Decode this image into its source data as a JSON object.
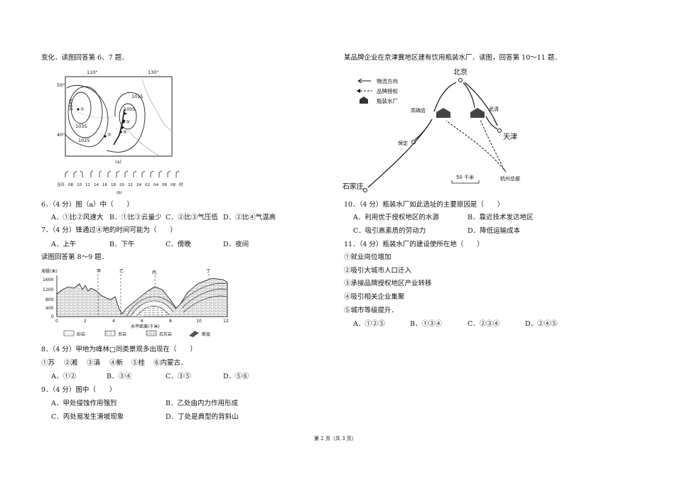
{
  "left": {
    "intro": "变化．读图回答第 6、7 题．",
    "map_a": {
      "lon_110": "110°",
      "lon_130": "130°",
      "lat_50": "50°",
      "lat_40": "40°",
      "isobars": [
        "1045",
        "1035",
        "1025",
        "1015",
        "1005"
      ],
      "points": [
        "①",
        "②",
        "③",
        "④"
      ],
      "caption": "(a)"
    },
    "timeline_b": {
      "prefix": "当日",
      "ticks": [
        "08",
        "10",
        "12",
        "14",
        "16",
        "18",
        "20",
        "22",
        "24",
        "02",
        "04",
        "06",
        "08"
      ],
      "suffix": "时",
      "caption": "(b)"
    },
    "q6": {
      "stem": "6．（4 分）图（a）中（　　）",
      "options": [
        "A．①比②风速大",
        "B．①比③云量少",
        "C．②比③气压低",
        "D．②比④气温高"
      ]
    },
    "q7": {
      "stem": "7．（4 分）锋通过④地的时间可能为（　　）",
      "options": [
        "A．上午",
        "B．下午",
        "C．傍晚",
        "D．夜间"
      ]
    },
    "intro2": "读图回答第 8～9 题．",
    "section": {
      "ylabel": "海拔(米)",
      "yticks": [
        "1600",
        "1200",
        "800",
        "400",
        "0"
      ],
      "xticks": [
        "0",
        "2",
        "4",
        "6",
        "8",
        "10",
        "12"
      ],
      "xlabel": "水平距离(千米)",
      "places": [
        "甲",
        "乙",
        "丙",
        "丁"
      ],
      "legend": [
        "砂岩",
        "页岩",
        "石灰岩",
        "断层"
      ]
    },
    "q8": {
      "stem": "8．（4 分）甲地为峰林□同类景观多出现在（　　）",
      "choices": [
        "①苏",
        "②湘",
        "③滇",
        "④新",
        "⑤桂",
        "⑥内蒙古．"
      ],
      "options": [
        "A．①②",
        "B．③④",
        "C．③⑤",
        "D．⑤⑥"
      ]
    },
    "q9": {
      "stem": "9．（4 分）图中（　　）",
      "options": [
        "A．甲处侵蚀作用强烈",
        "B．乙处由内力作用形成",
        "C．丙处易发生滑坡现象",
        "D．丁处是典型的背斜山"
      ]
    }
  },
  "right": {
    "intro": "某品牌企业在京津冀地区建有饮用瓶装水厂．读图，回答第 10～11 题．",
    "map": {
      "legend": [
        "物流方向",
        "品牌授权",
        "瓶装水厂"
      ],
      "cities": {
        "beijing": "北京",
        "gaobeidian": "高碑店",
        "wuqing": "武清",
        "tianjin": "天津",
        "baoding": "保定",
        "shijiazhuang": "石家庄",
        "hangzhou": "杭州总部"
      },
      "scale": "50 千米"
    },
    "q10": {
      "stem": "10．（4 分）瓶装水厂如此选址的主要原因是（　　）",
      "options": [
        "A．利用优于授权地区的水源",
        "B．靠近技术发达地区",
        "C．吸引高素质的劳动力",
        "D．降低运输成本"
      ]
    },
    "q11": {
      "stem": "11．（4 分）瓶装水厂的建设使所在地（　　）",
      "items": [
        "①就业岗位增加",
        "②吸引大城市人口迁入",
        "③承接品牌授权地区产业转移",
        "④吸引相关企业集聚",
        "⑤城市等级提升．"
      ],
      "options": [
        "A．①②⑤",
        "B．①③④",
        "C．②③④",
        "D．②④⑤"
      ]
    }
  },
  "footer": "第 2 页（共 3 页）"
}
